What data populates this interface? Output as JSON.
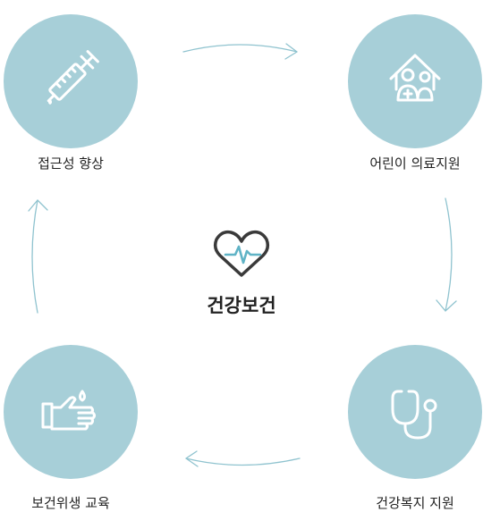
{
  "center": {
    "title": "건강보건",
    "icon": "heart-pulse-icon"
  },
  "nodes": [
    {
      "id": "tl",
      "label": "접근성 향상",
      "icon": "syringe-icon"
    },
    {
      "id": "tr",
      "label": "어린이 의료지원",
      "icon": "house-family-icon"
    },
    {
      "id": "br",
      "label": "건강복지 지원",
      "icon": "stethoscope-icon"
    },
    {
      "id": "bl",
      "label": "보건위생 교육",
      "icon": "hand-wash-icon"
    }
  ],
  "colors": {
    "circle": "#a7cfd8",
    "arrow": "#8fc3cf",
    "icon_stroke": "#ffffff",
    "heart": "#3a3a3a",
    "pulse": "#5fb3c6"
  }
}
